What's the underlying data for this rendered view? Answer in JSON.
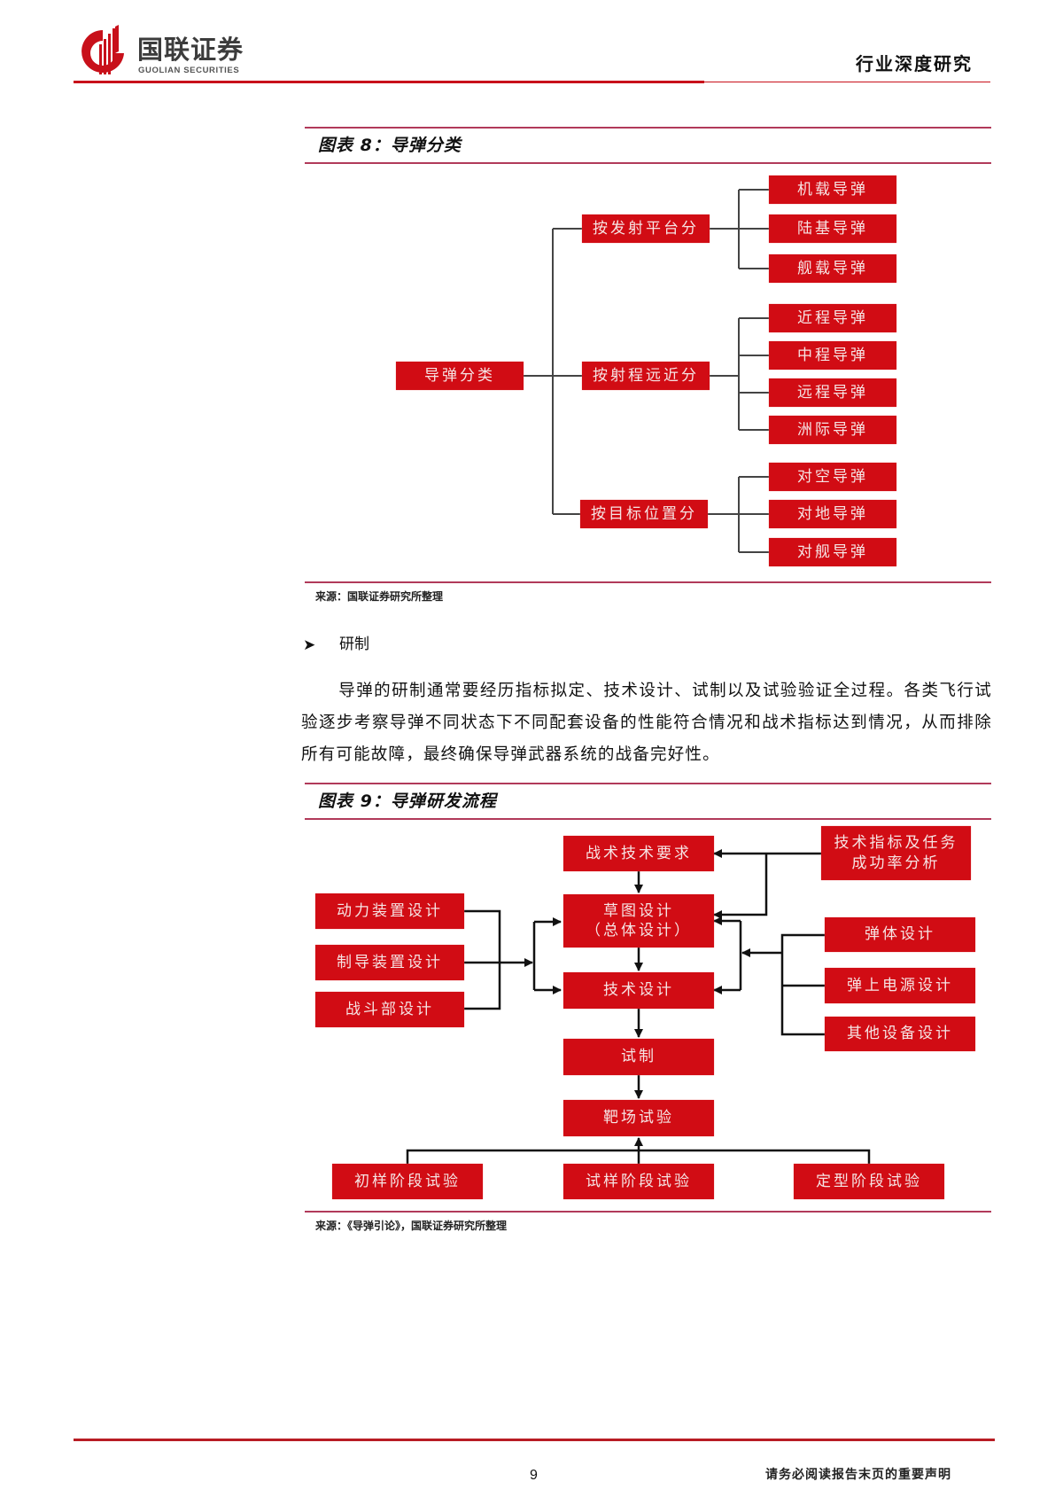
{
  "header": {
    "logo_cn": "国联证券",
    "logo_en": "GUOLIAN SECURITIES",
    "report_type": "行业深度研究",
    "colors": {
      "brand_red": "#c8101a",
      "rule_red": "#b81d24"
    }
  },
  "figure8": {
    "title": "图表 8：导弹分类",
    "root": "导弹分类",
    "branches": [
      {
        "label": "按发射平台分",
        "leaves": [
          "机载导弹",
          "陆基导弹",
          "舰载导弹"
        ]
      },
      {
        "label": "按射程远近分",
        "leaves": [
          "近程导弹",
          "中程导弹",
          "远程导弹",
          "洲际导弹"
        ]
      },
      {
        "label": "按目标位置分",
        "leaves": [
          "对空导弹",
          "对地导弹",
          "对舰导弹"
        ]
      }
    ],
    "source": "来源：国联证券研究所整理"
  },
  "section": {
    "bullet": "➤",
    "heading": "研制",
    "paragraph": "导弹的研制通常要经历指标拟定、技术设计、试制以及试验验证全过程。各类飞行试验逐步考察导弹不同状态下不同配套设备的性能符合情况和战术指标达到情况，从而排除所有可能故障，最终确保导弹武器系统的战备完好性。"
  },
  "figure9": {
    "title": "图表 9：导弹研发流程",
    "main_flow": [
      "战术技术要求",
      "草图设计\n（总体设计）",
      "技术设计",
      "试制",
      "靶场试验"
    ],
    "left_inputs": [
      "动力装置设计",
      "制导装置设计",
      "战斗部设计"
    ],
    "right_top": "技术指标及任务\n成功率分析",
    "right_inputs": [
      "弹体设计",
      "弹上电源设计",
      "其他设备设计"
    ],
    "test_stages": [
      "初样阶段试验",
      "试样阶段试验",
      "定型阶段试验"
    ],
    "source": "来源：《导弹引论》，国联证券研究所整理",
    "box_color": "#d10c14"
  },
  "footer": {
    "page_number": "9",
    "note": "请务必阅读报告末页的重要声明"
  }
}
